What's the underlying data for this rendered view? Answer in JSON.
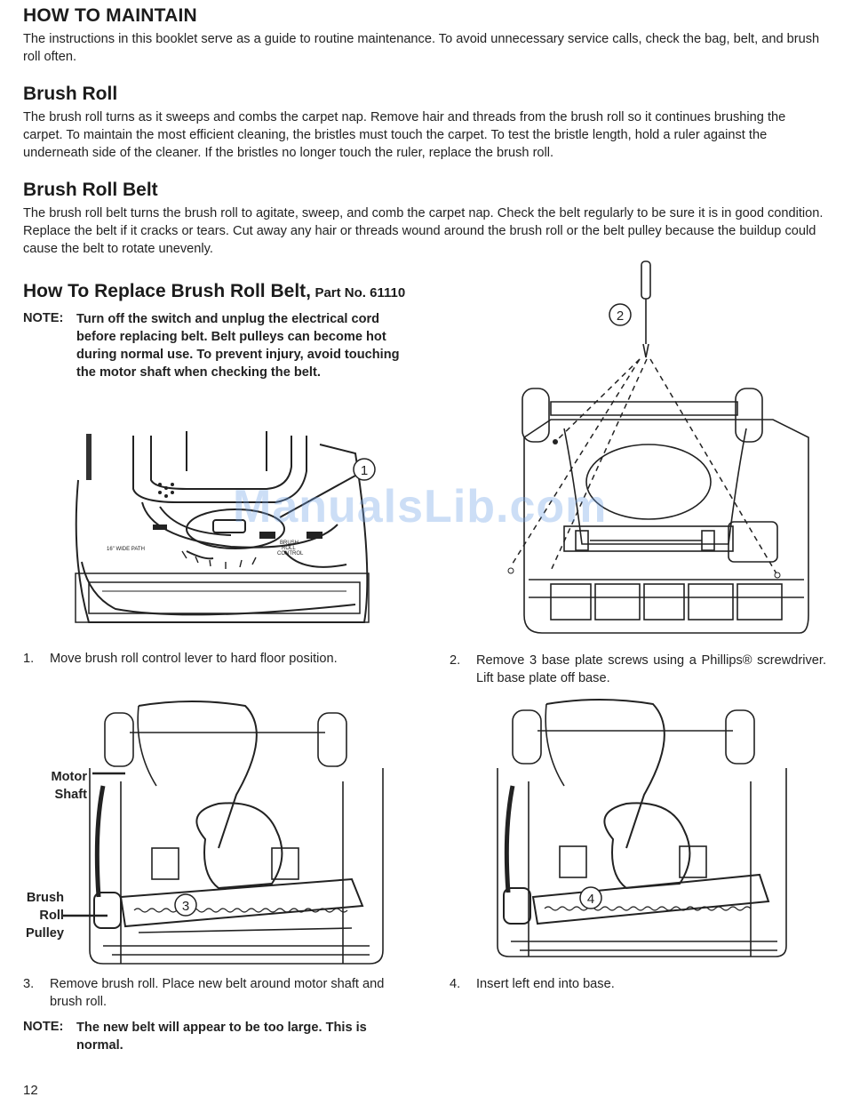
{
  "main_title": "HOW TO MAINTAIN",
  "intro_text": "The instructions in this booklet serve as a guide to routine maintenance. To avoid unnecessary service calls, check the bag, belt, and brush roll often.",
  "brush_roll": {
    "heading": "Brush Roll",
    "text": "The brush roll turns as it sweeps and combs the carpet nap. Remove hair and threads from the brush roll so it continues brushing the carpet. To maintain the most efficient cleaning, the bristles must touch the carpet. To test the bristle length, hold a ruler against the underneath side of the cleaner. If the bristles no longer touch the ruler, replace the brush roll."
  },
  "brush_roll_belt": {
    "heading": "Brush Roll Belt",
    "text": "The brush roll belt turns the brush roll to agitate, sweep, and comb the carpet nap. Check the belt regularly to be sure it is in good condition. Replace the belt if it cracks or tears. Cut away any hair or threads wound around the brush roll or the belt pulley because the buildup could cause the belt to rotate unevenly."
  },
  "replace": {
    "heading": "How To Replace Brush Roll Belt,",
    "part_no": "Part No. 61110",
    "note_label": "NOTE:",
    "note_text": "Turn off the switch and unplug the electrical cord before replacing belt. Belt pulleys can become hot during normal use. To prevent injury, avoid touching the motor shaft when checking the belt."
  },
  "figure1": {
    "callout": "1",
    "panel_text": "16\" WIDE PATH",
    "control_label": "BRUSH ROLL CONTROL",
    "control_line1": "BRUSH",
    "control_line2": "ROLL",
    "control_line3": "CONTROL"
  },
  "figure2": {
    "callout": "2"
  },
  "figure3": {
    "callout": "3",
    "motor_shaft_label_1": "Motor",
    "motor_shaft_label_2": "Shaft",
    "pulley_label_1": "Brush",
    "pulley_label_2": "Roll",
    "pulley_label_3": "Pulley"
  },
  "figure4": {
    "callout": "4"
  },
  "steps": [
    {
      "num": "1.",
      "text": "Move brush roll control lever to hard floor position."
    },
    {
      "num": "2.",
      "text": "Remove 3 base plate screws using a Phillips® screwdriver. Lift base plate off base."
    },
    {
      "num": "3.",
      "text": "Remove brush roll. Place new belt around motor shaft and brush roll."
    },
    {
      "num": "4.",
      "text": "Insert left end into base."
    }
  ],
  "note2": {
    "label": "NOTE:",
    "text": "The new belt will appear to be too large. This is normal."
  },
  "watermark": "ManualsLib.com",
  "page_number": "12"
}
